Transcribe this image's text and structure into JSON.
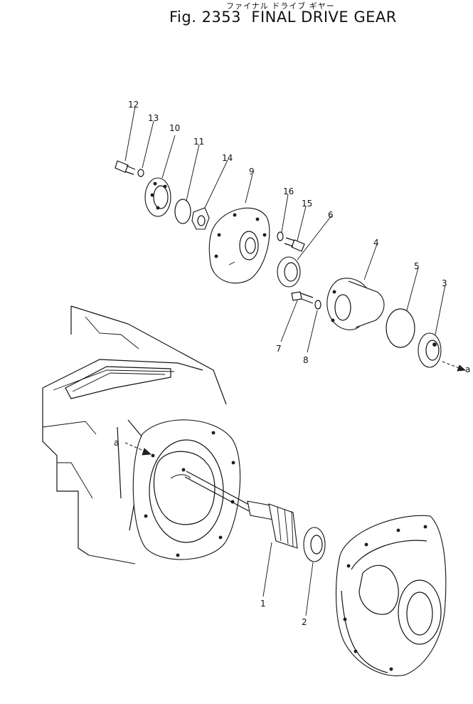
{
  "header": {
    "japanese_title": "ファイナル ドライブ ギヤー",
    "title": "Fig. 2353  FINAL DRIVE GEAR"
  },
  "callouts": {
    "c1": "1",
    "c2": "2",
    "c3": "3",
    "c4": "4",
    "c5": "5",
    "c6": "6",
    "c7": "7",
    "c8": "8",
    "c9": "9",
    "c10": "10",
    "c11": "11",
    "c12": "12",
    "c13": "13",
    "c14": "14",
    "c15": "15",
    "c16": "16"
  },
  "refs": {
    "ref_a_right": "a",
    "ref_a_left": "a"
  }
}
